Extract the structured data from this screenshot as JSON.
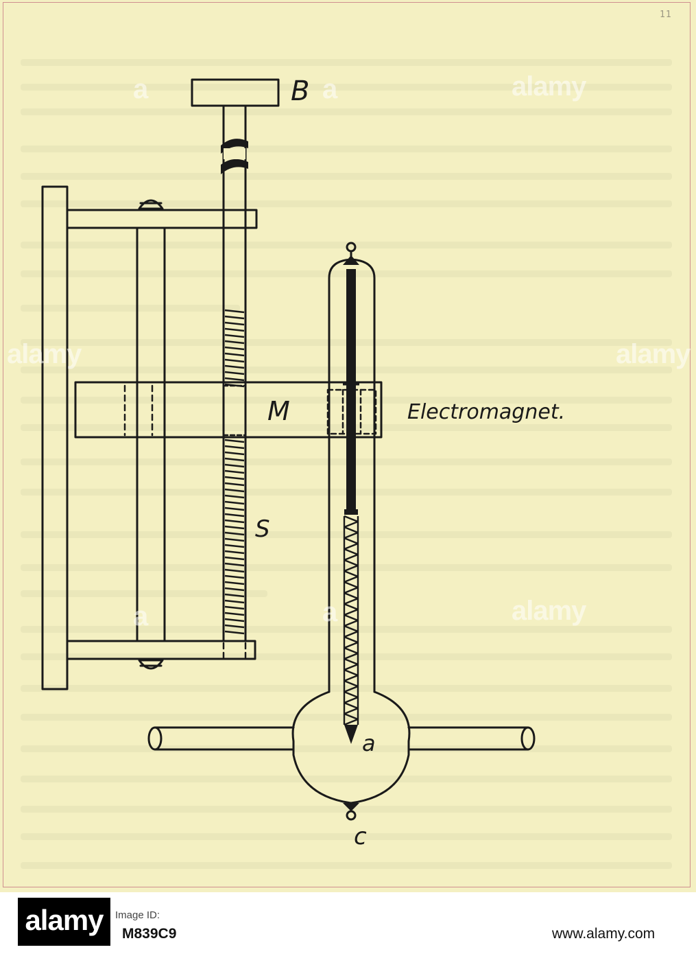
{
  "page": {
    "number": "11",
    "background_color": "#f4f0c2",
    "border_color": "#cf8f8f"
  },
  "diagram": {
    "labels": {
      "knob": "B",
      "magnet_block": "M",
      "screw": "S",
      "electromagnet": "Electromagnet.",
      "point_a": "a",
      "point_c": "c"
    },
    "ink_color": "#1a1a1a"
  },
  "watermark": {
    "text": "alamy",
    "letter": "a"
  },
  "footer": {
    "logo_text": "alamy",
    "image_id_label": "Image ID:",
    "image_id": "M839C9",
    "site_url": "www.alamy.com"
  }
}
